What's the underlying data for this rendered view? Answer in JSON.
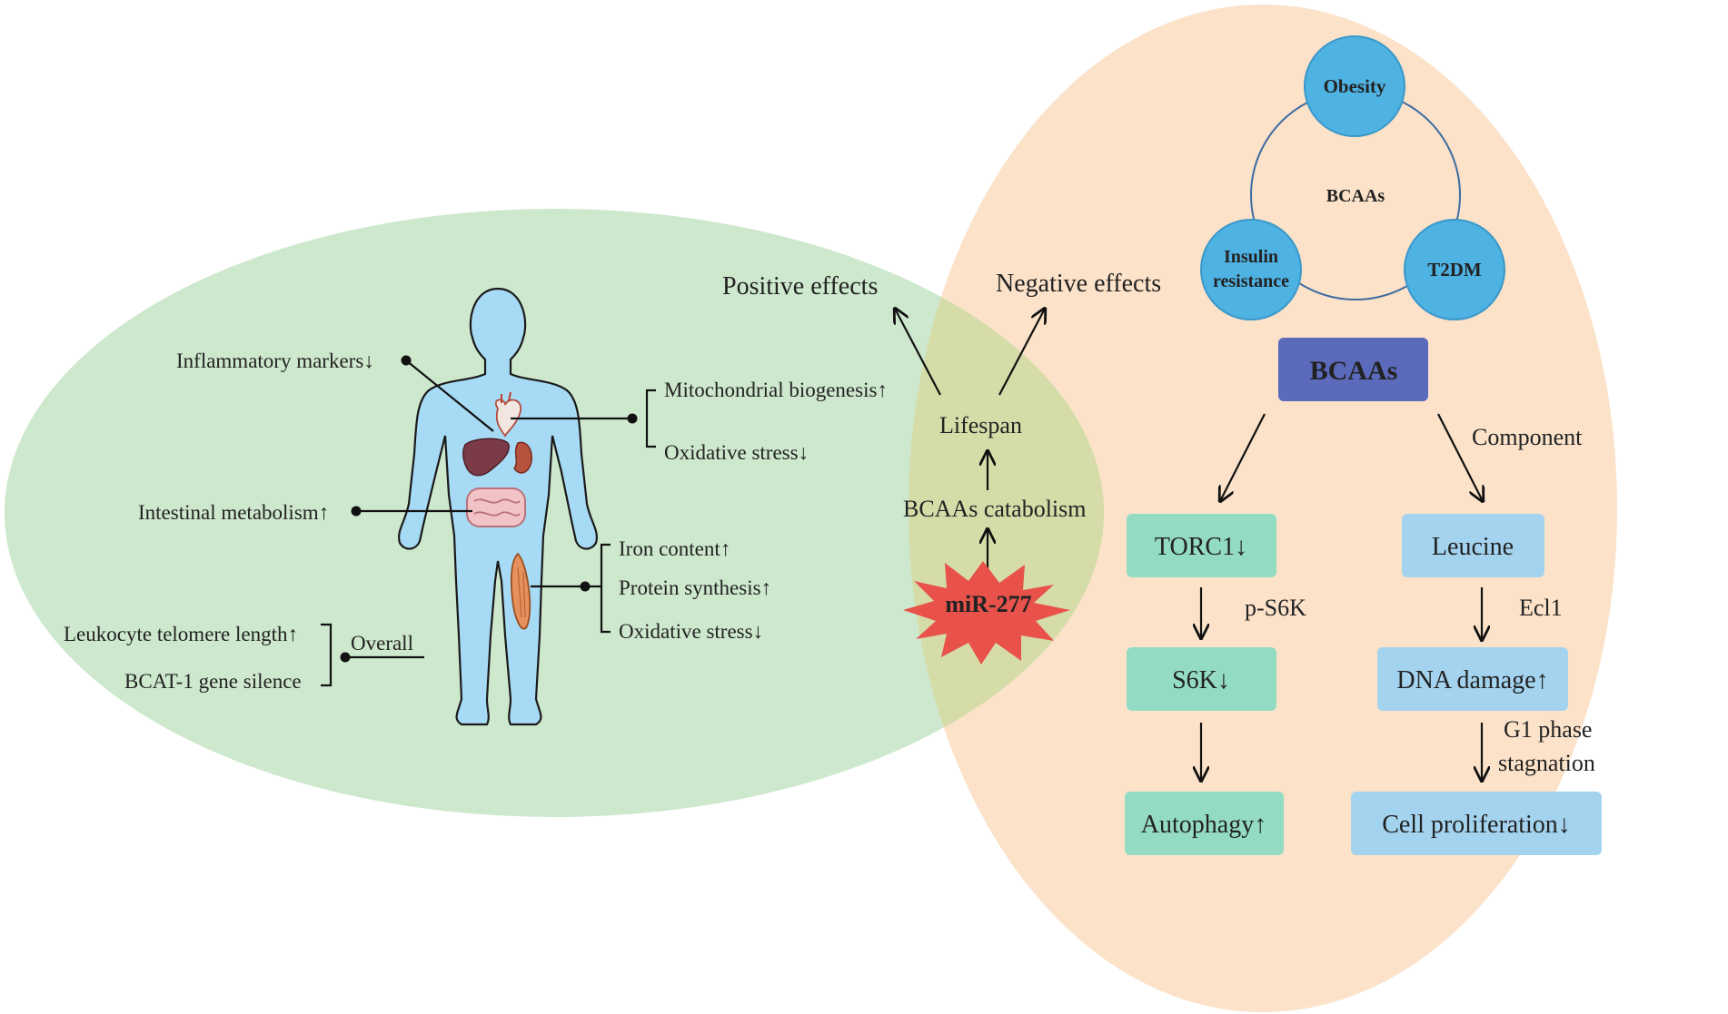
{
  "colors": {
    "green_ellipse": "#cde8cd",
    "orange_ellipse": "#fbe2c9",
    "overlap": "#d5dca8",
    "circle_blue": "#4eb2e2",
    "bcaas_box": "#5b6abb",
    "teal_box": "#93dcc3",
    "blue_box": "#a3d3ee",
    "star_red": "#e8524a",
    "body_blue": "#a7daf5"
  },
  "icons": [
    "human-body-icon",
    "heart-icon",
    "liver-icon",
    "kidney-icon",
    "intestine-icon",
    "muscle-icon"
  ],
  "left": {
    "inflammatory": "Inflammatory markers↓",
    "intestinal": "Intestinal metabolism↑",
    "telomere": "Leukocyte telomere length↑",
    "bcat": "BCAT-1 gene silence",
    "overall": "Overall",
    "mito": "Mitochondrial biogenesis↑",
    "oxid1": "Oxidative stress↓",
    "iron": "Iron content↑",
    "protein": "Protein synthesis↑",
    "oxid2": "Oxidative stress↓"
  },
  "center": {
    "positive": "Positive effects",
    "negative": "Negative effects",
    "lifespan": "Lifespan",
    "catabolism": "BCAAs catabolism",
    "mir": "miR-277"
  },
  "cycle": {
    "center": "BCAAs",
    "obesity": "Obesity",
    "insulin_1": "Insulin",
    "insulin_2": "resistance",
    "t2dm": "T2DM"
  },
  "right": {
    "bcaas": "BCAAs",
    "component": "Component",
    "torc1": "TORC1↓",
    "ps6k": "p-S6K",
    "s6k": "S6K↓",
    "autophagy": "Autophagy↑",
    "leucine": "Leucine",
    "ecl1": "Ecl1",
    "dna": "DNA damage↑",
    "g1_1": "G1 phase",
    "g1_2": "stagnation",
    "cellprolif": "Cell proliferation↓"
  }
}
